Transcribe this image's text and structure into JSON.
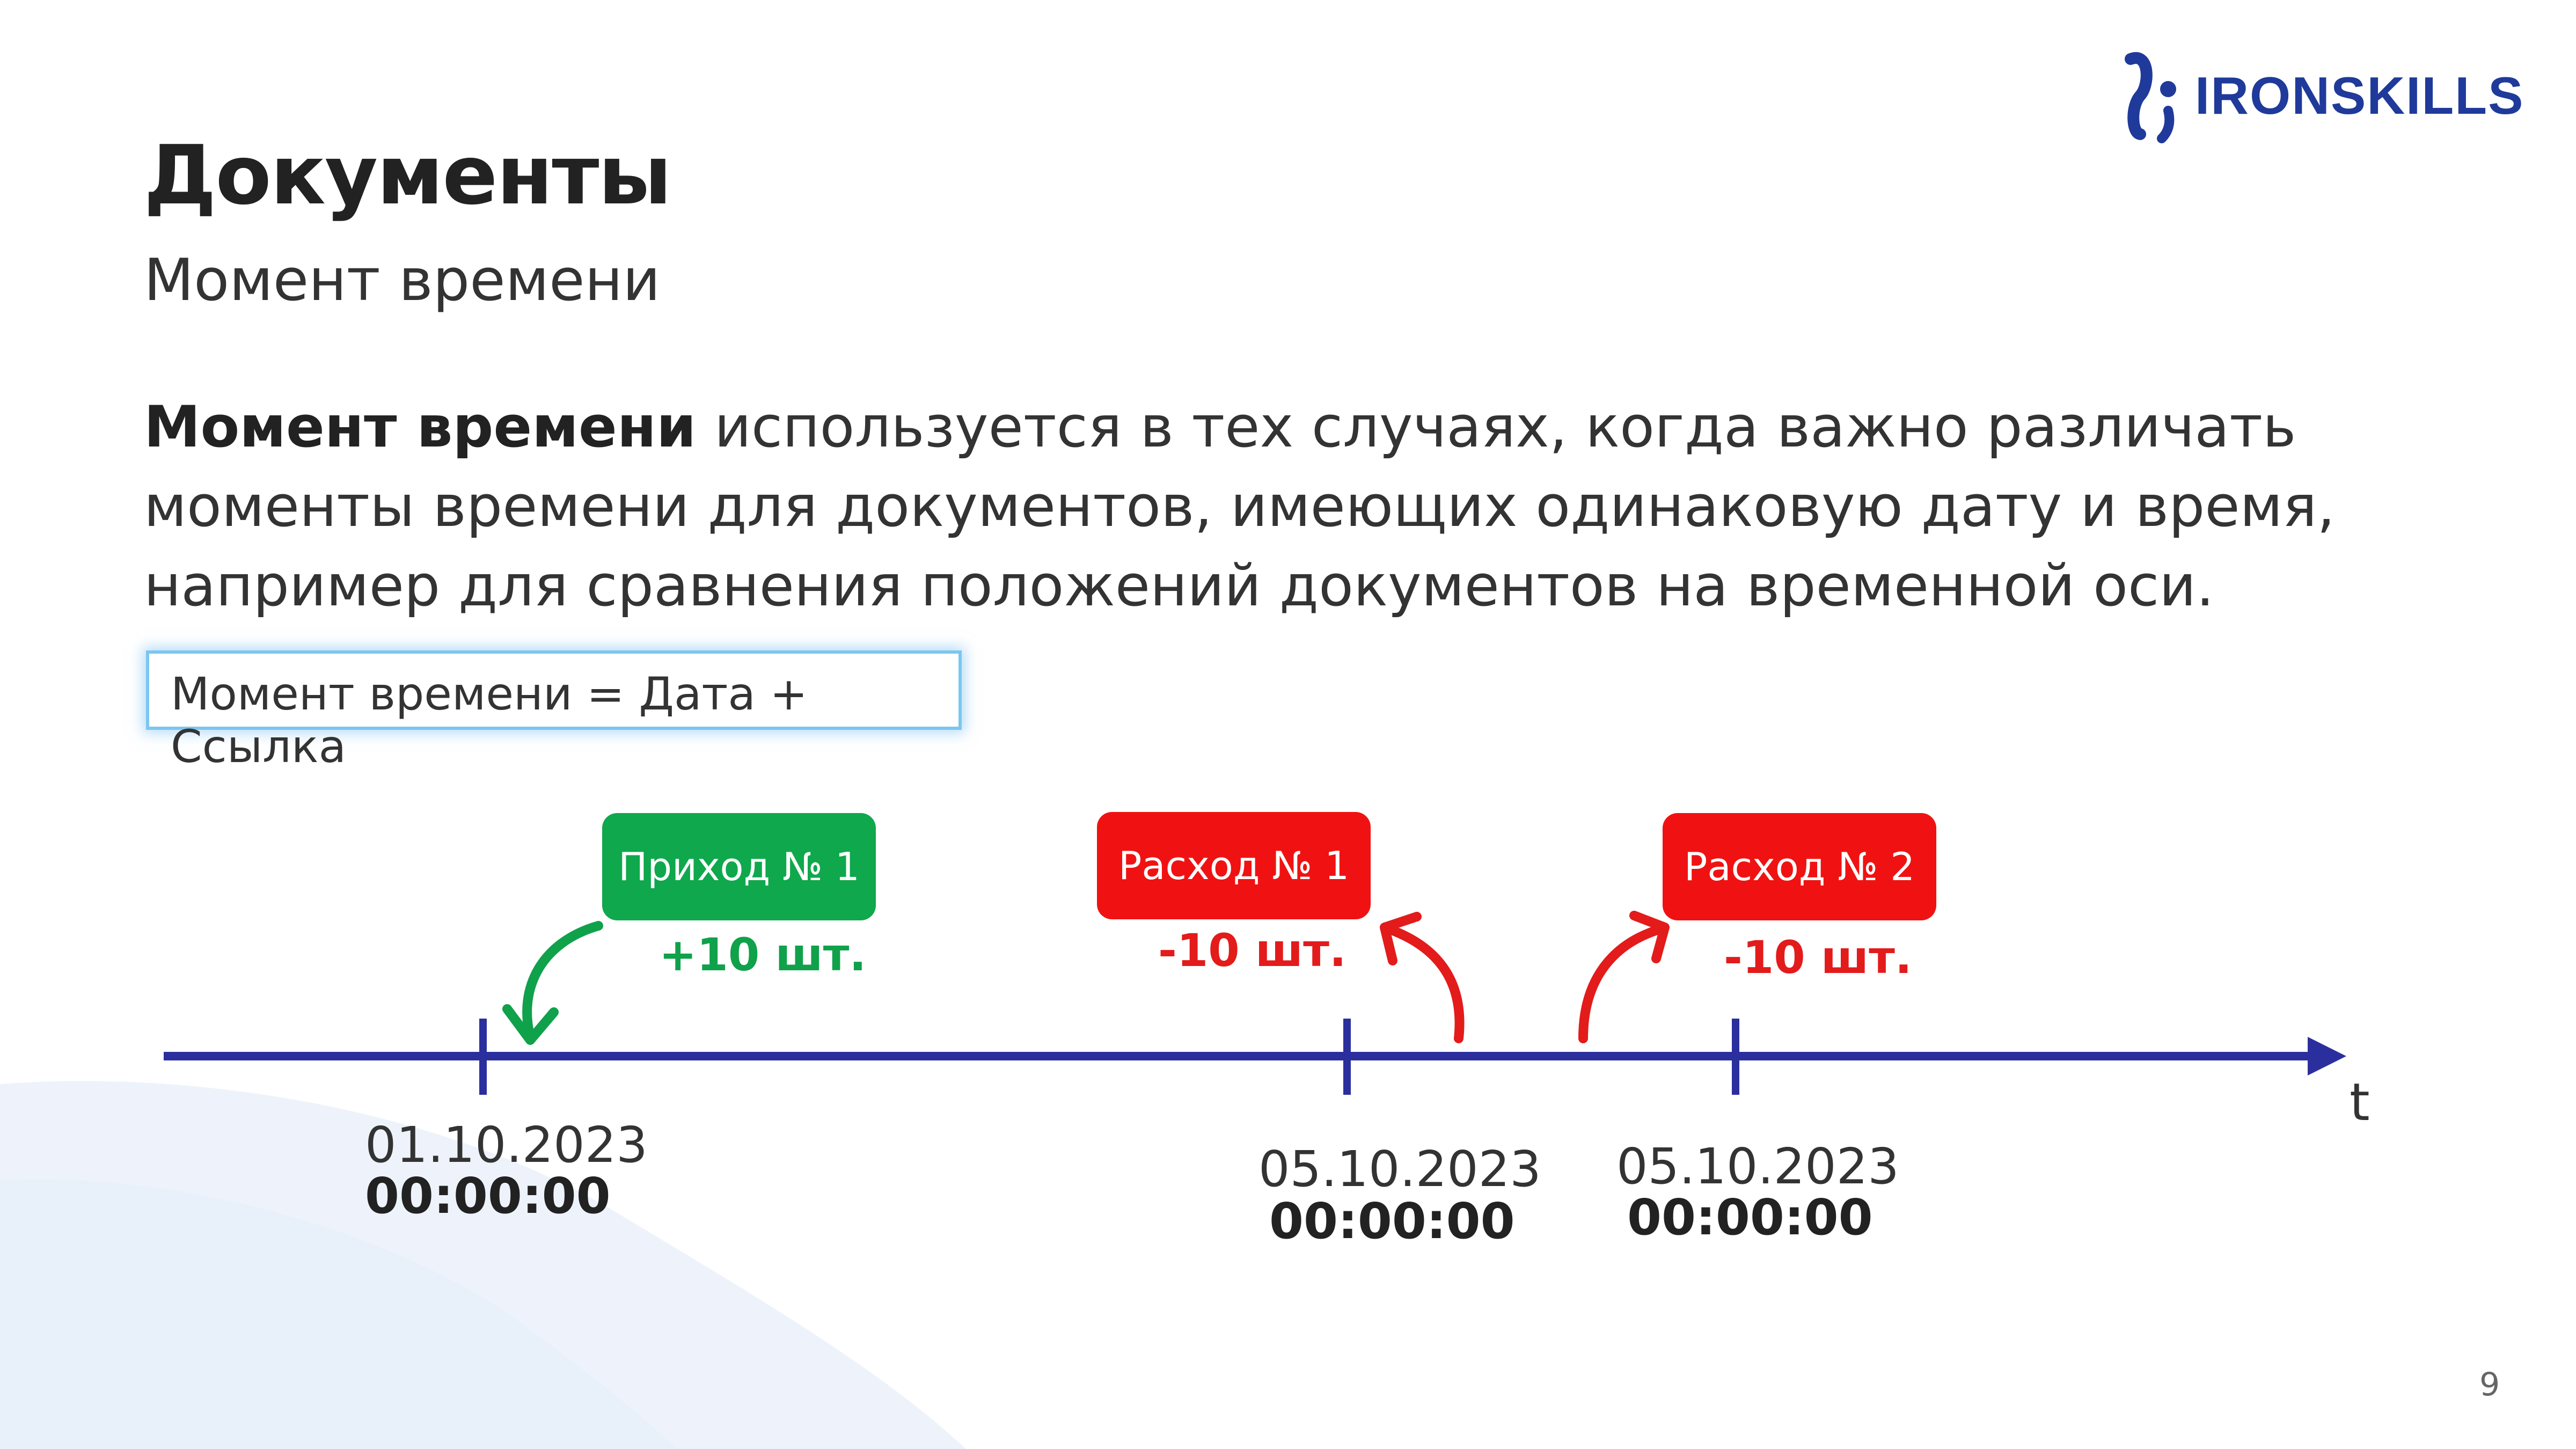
{
  "brand": {
    "name": "IRONSKILLS",
    "color": "#1f3a9a"
  },
  "slide": {
    "title": "Документы",
    "subtitle": "Момент времени",
    "paragraph_lead": "Момент времени",
    "paragraph_rest": " используется в тех случаях, когда важно различать моменты времени для документов, имеющих одинаковую дату и время, например для сравнения положений документов на временной оси.",
    "formula": "Момент времени = Дата + Ссылка",
    "page_number": "9"
  },
  "timeline": {
    "axis_label": "t",
    "axis_color": "#2b2f9e",
    "ticks": [
      {
        "date": "01.10.2023",
        "time": "00:00:00"
      },
      {
        "date": "05.10.2023",
        "time": "00:00:00"
      },
      {
        "date": "05.10.2023",
        "time": "00:00:00"
      }
    ],
    "documents": [
      {
        "label": "Приход № 1",
        "qty": "+10 шт.",
        "kind": "income",
        "color": "#0fa84c"
      },
      {
        "label": "Расход № 1",
        "qty": "-10 шт.",
        "kind": "expense",
        "color": "#f01212"
      },
      {
        "label": "Расход № 2",
        "qty": "-10 шт.",
        "kind": "expense",
        "color": "#f01212"
      }
    ]
  }
}
